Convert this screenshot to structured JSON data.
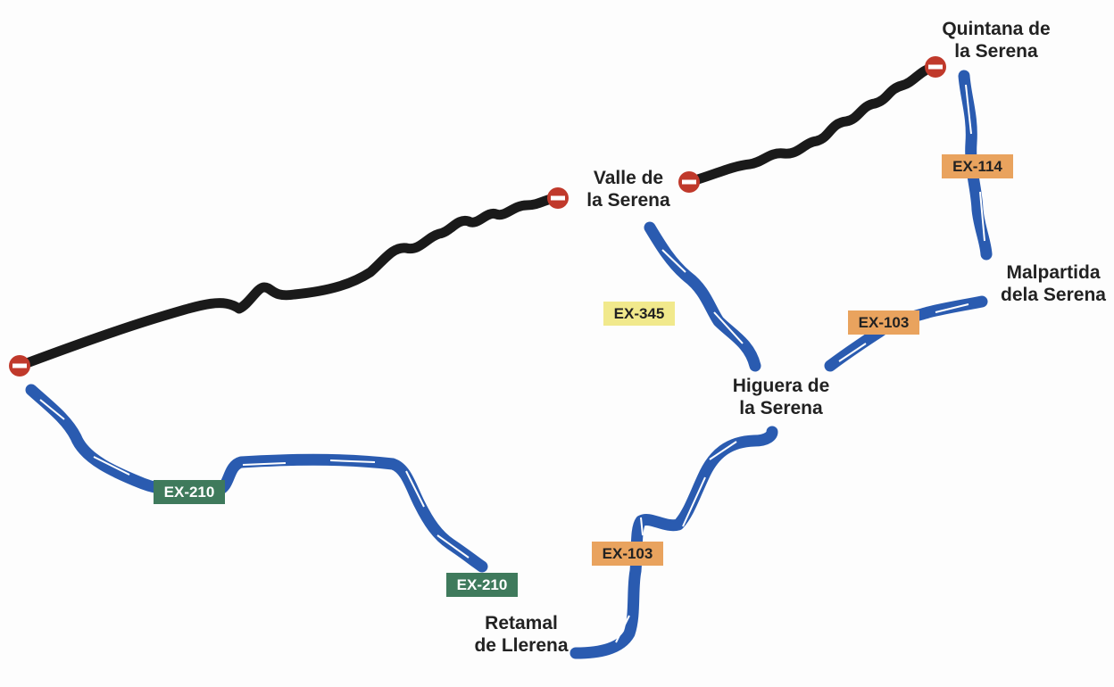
{
  "towns": [
    {
      "line1": "Quintana de",
      "line2": "la Serena"
    },
    {
      "line1": "Valle de",
      "line2": "la Serena"
    },
    {
      "line1": "Malpartida",
      "line2": "dela Serena"
    },
    {
      "line1": "Higuera de",
      "line2": "la Serena"
    },
    {
      "line1": "Retamal",
      "line2": "de Llerena"
    }
  ],
  "road_labels": [
    {
      "text": "EX-210",
      "color": "#3f7a5c",
      "text_color": "#ffffff"
    },
    {
      "text": "EX-210",
      "color": "#3f7a5c",
      "text_color": "#ffffff"
    },
    {
      "text": "EX-345",
      "color": "#f1e98c",
      "text_color": "#222222"
    },
    {
      "text": "EX-103",
      "color": "#e9a35e",
      "text_color": "#222222"
    },
    {
      "text": "EX-103",
      "color": "#e9a35e",
      "text_color": "#222222"
    },
    {
      "text": "EX-114",
      "color": "#e9a35e",
      "text_color": "#222222"
    }
  ],
  "colors": {
    "open_road": "#2a5bb0",
    "closed_road": "#1a1a1a",
    "no_entry": "#c0392b"
  },
  "icons": [
    "no-entry-icon"
  ]
}
